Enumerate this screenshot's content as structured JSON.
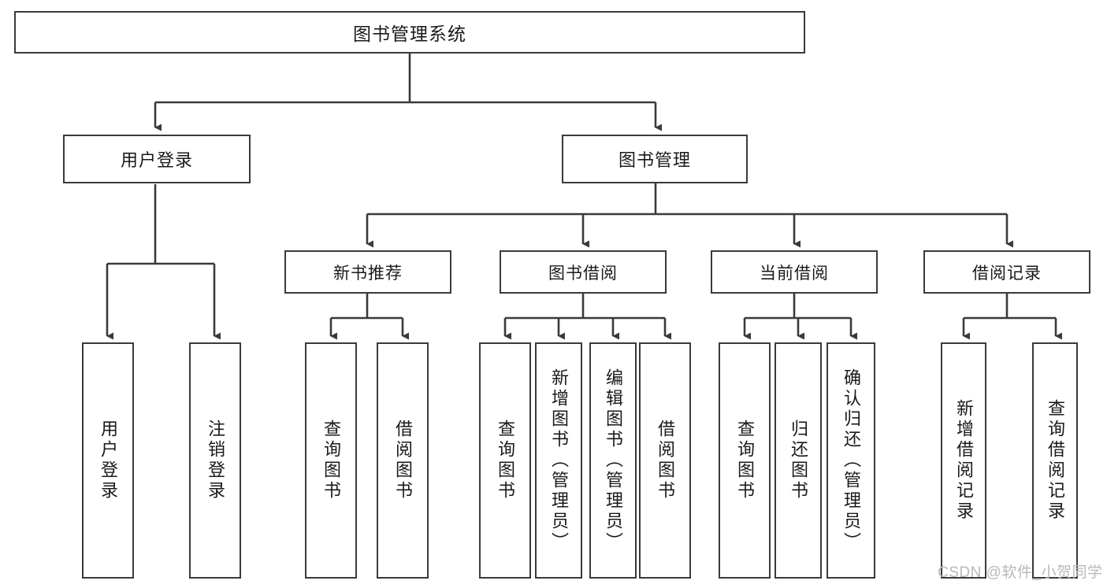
{
  "diagram": {
    "title": "图书管理系统",
    "type": "tree-hierarchy-diagram",
    "colors": {
      "node_border": "#3a3a3a",
      "node_fill": "#ffffff",
      "edge": "#3a3a3a",
      "text": "#1a1a1a",
      "watermark": "#b8b8b8"
    },
    "root": {
      "label": "图书管理系统"
    },
    "level1": [
      {
        "label": "用户登录"
      },
      {
        "label": "图书管理"
      }
    ],
    "level2": [
      {
        "label": "新书推荐"
      },
      {
        "label": "图书借阅"
      },
      {
        "label": "当前借阅"
      },
      {
        "label": "借阅记录"
      }
    ],
    "leaves": {
      "user_login": [
        {
          "label": "用户登录"
        },
        {
          "label": "注销登录"
        }
      ],
      "new_book_recommend": [
        {
          "label": "查询图书"
        },
        {
          "label": "借阅图书"
        }
      ],
      "book_borrow": [
        {
          "label": "查询图书"
        },
        {
          "label": "新增图书（管理员）"
        },
        {
          "label": "编辑图书（管理员）"
        },
        {
          "label": "借阅图书"
        }
      ],
      "current_borrow": [
        {
          "label": "查询图书"
        },
        {
          "label": "归还图书"
        },
        {
          "label": "确认归还（管理员）"
        }
      ],
      "borrow_record": [
        {
          "label": "新增借阅记录"
        },
        {
          "label": "查询借阅记录"
        }
      ]
    }
  },
  "watermark": {
    "text": "CSDN @软件_小贺同学"
  }
}
